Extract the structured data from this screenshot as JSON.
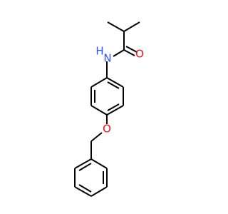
{
  "molecule": {
    "atoms": {
      "oxygen_carbonyl": {
        "label": "O",
        "color": "#ff0d0d"
      },
      "nitrogen": {
        "label": "N",
        "color": "#3050f8"
      },
      "hydrogen_on_nitrogen": {
        "label": "H",
        "color": "#3050f8"
      },
      "oxygen_ether": {
        "label": "O",
        "color": "#ff0d0d"
      }
    },
    "bond_color": "#000000"
  }
}
